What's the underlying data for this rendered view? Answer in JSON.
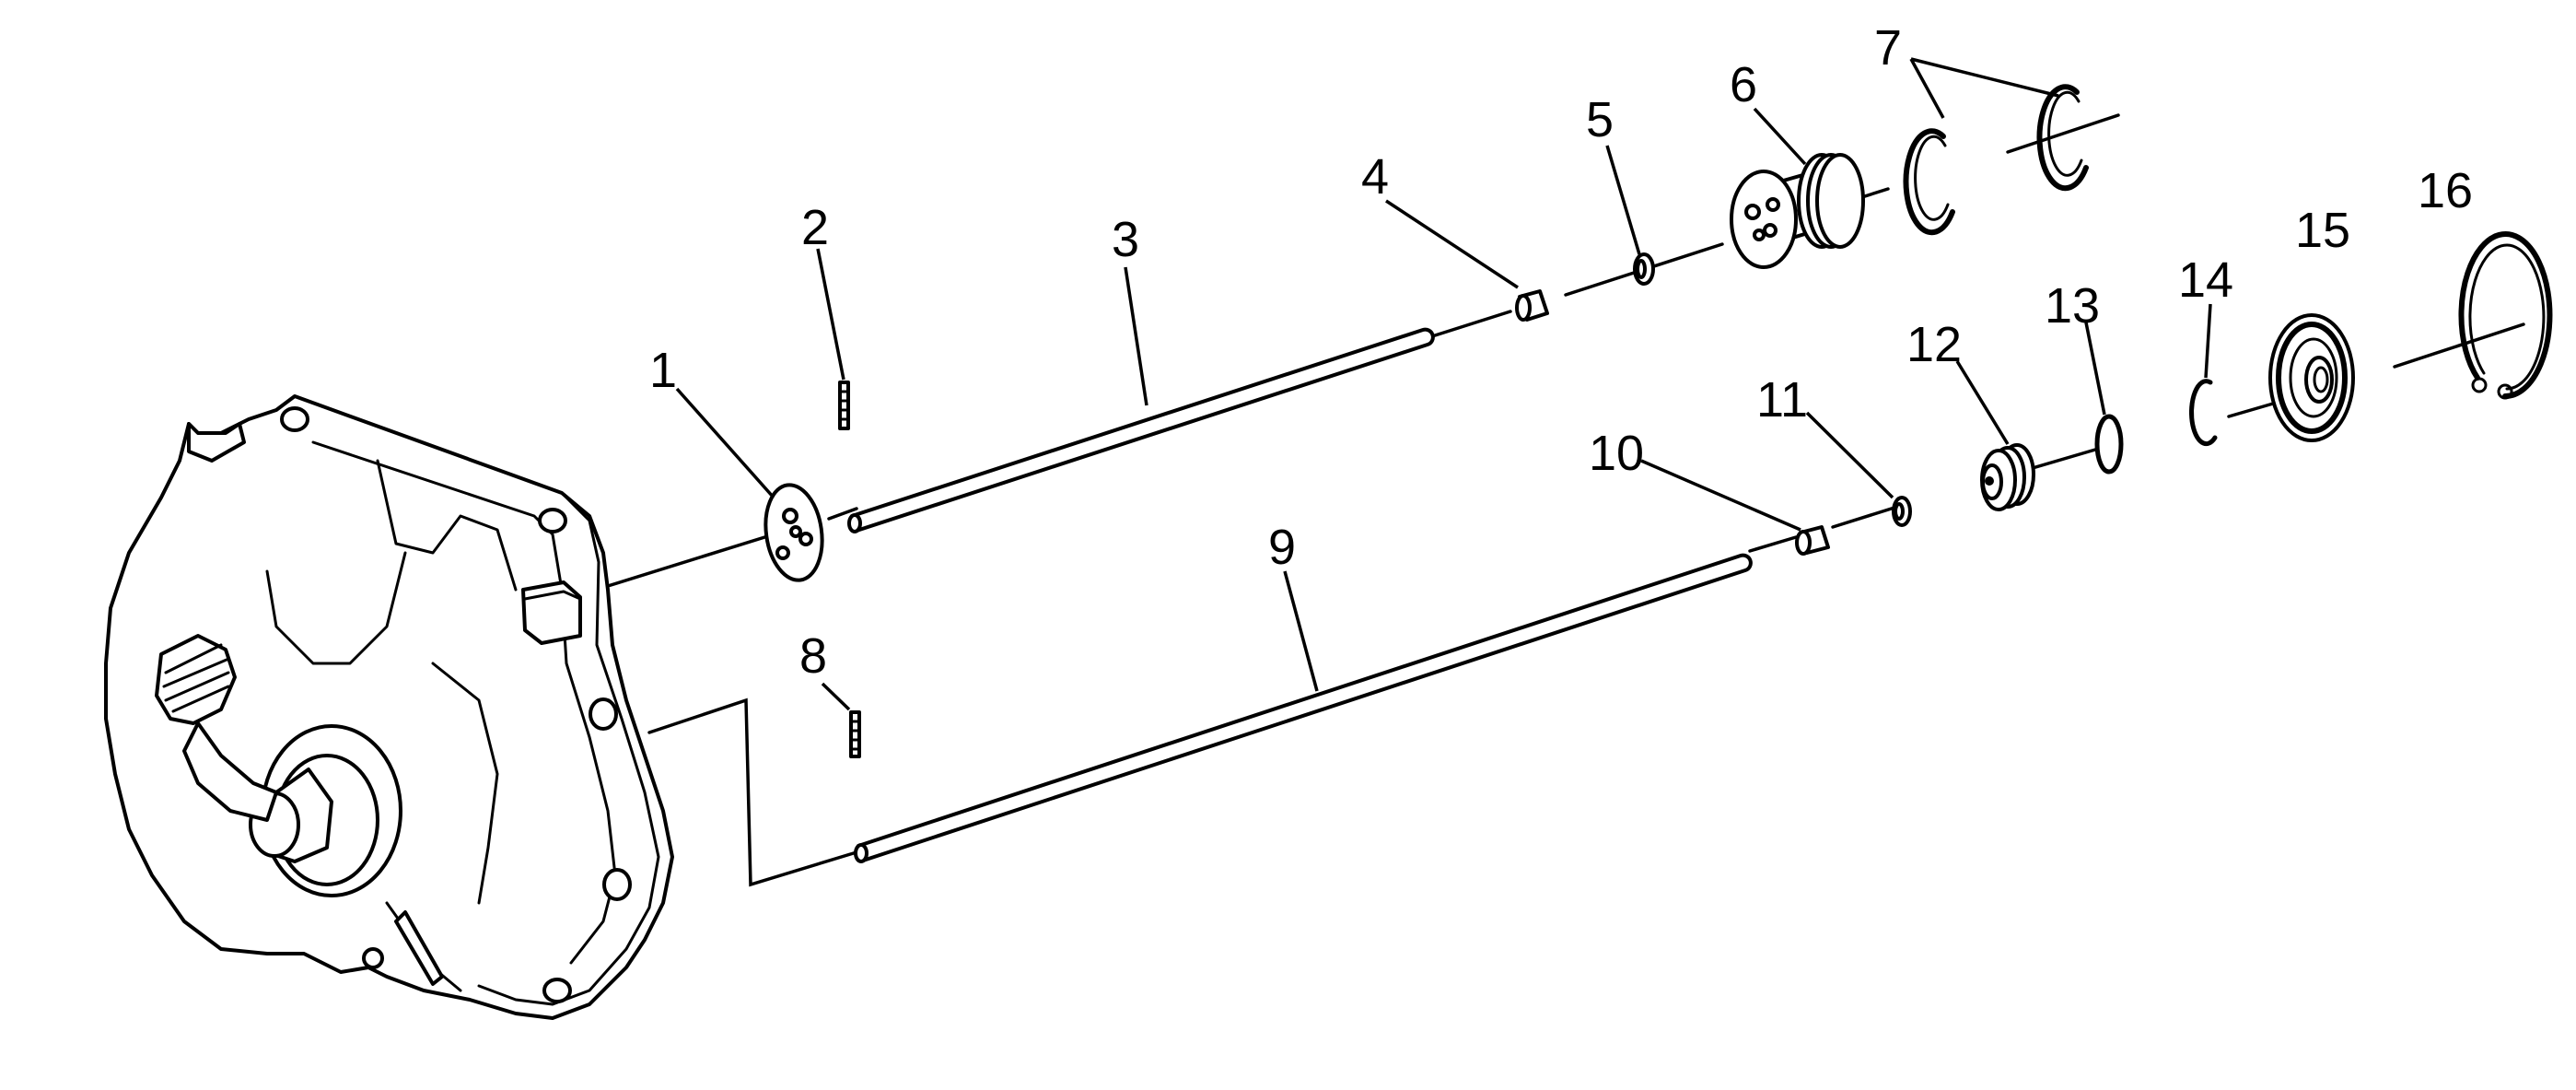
{
  "diagram": {
    "callouts": [
      {
        "id": "1",
        "text": "1"
      },
      {
        "id": "2",
        "text": "2"
      },
      {
        "id": "3",
        "text": "3"
      },
      {
        "id": "4",
        "text": "4"
      },
      {
        "id": "5",
        "text": "5"
      },
      {
        "id": "6",
        "text": "6"
      },
      {
        "id": "7",
        "text": "7"
      },
      {
        "id": "8",
        "text": "8"
      },
      {
        "id": "9",
        "text": "9"
      },
      {
        "id": "10",
        "text": "10"
      },
      {
        "id": "11",
        "text": "11"
      },
      {
        "id": "12",
        "text": "12"
      },
      {
        "id": "13",
        "text": "13"
      },
      {
        "id": "14",
        "text": "14"
      },
      {
        "id": "15",
        "text": "15"
      },
      {
        "id": "16",
        "text": "16"
      }
    ],
    "colors": {
      "ink": "#000000",
      "background": "#ffffff"
    }
  }
}
